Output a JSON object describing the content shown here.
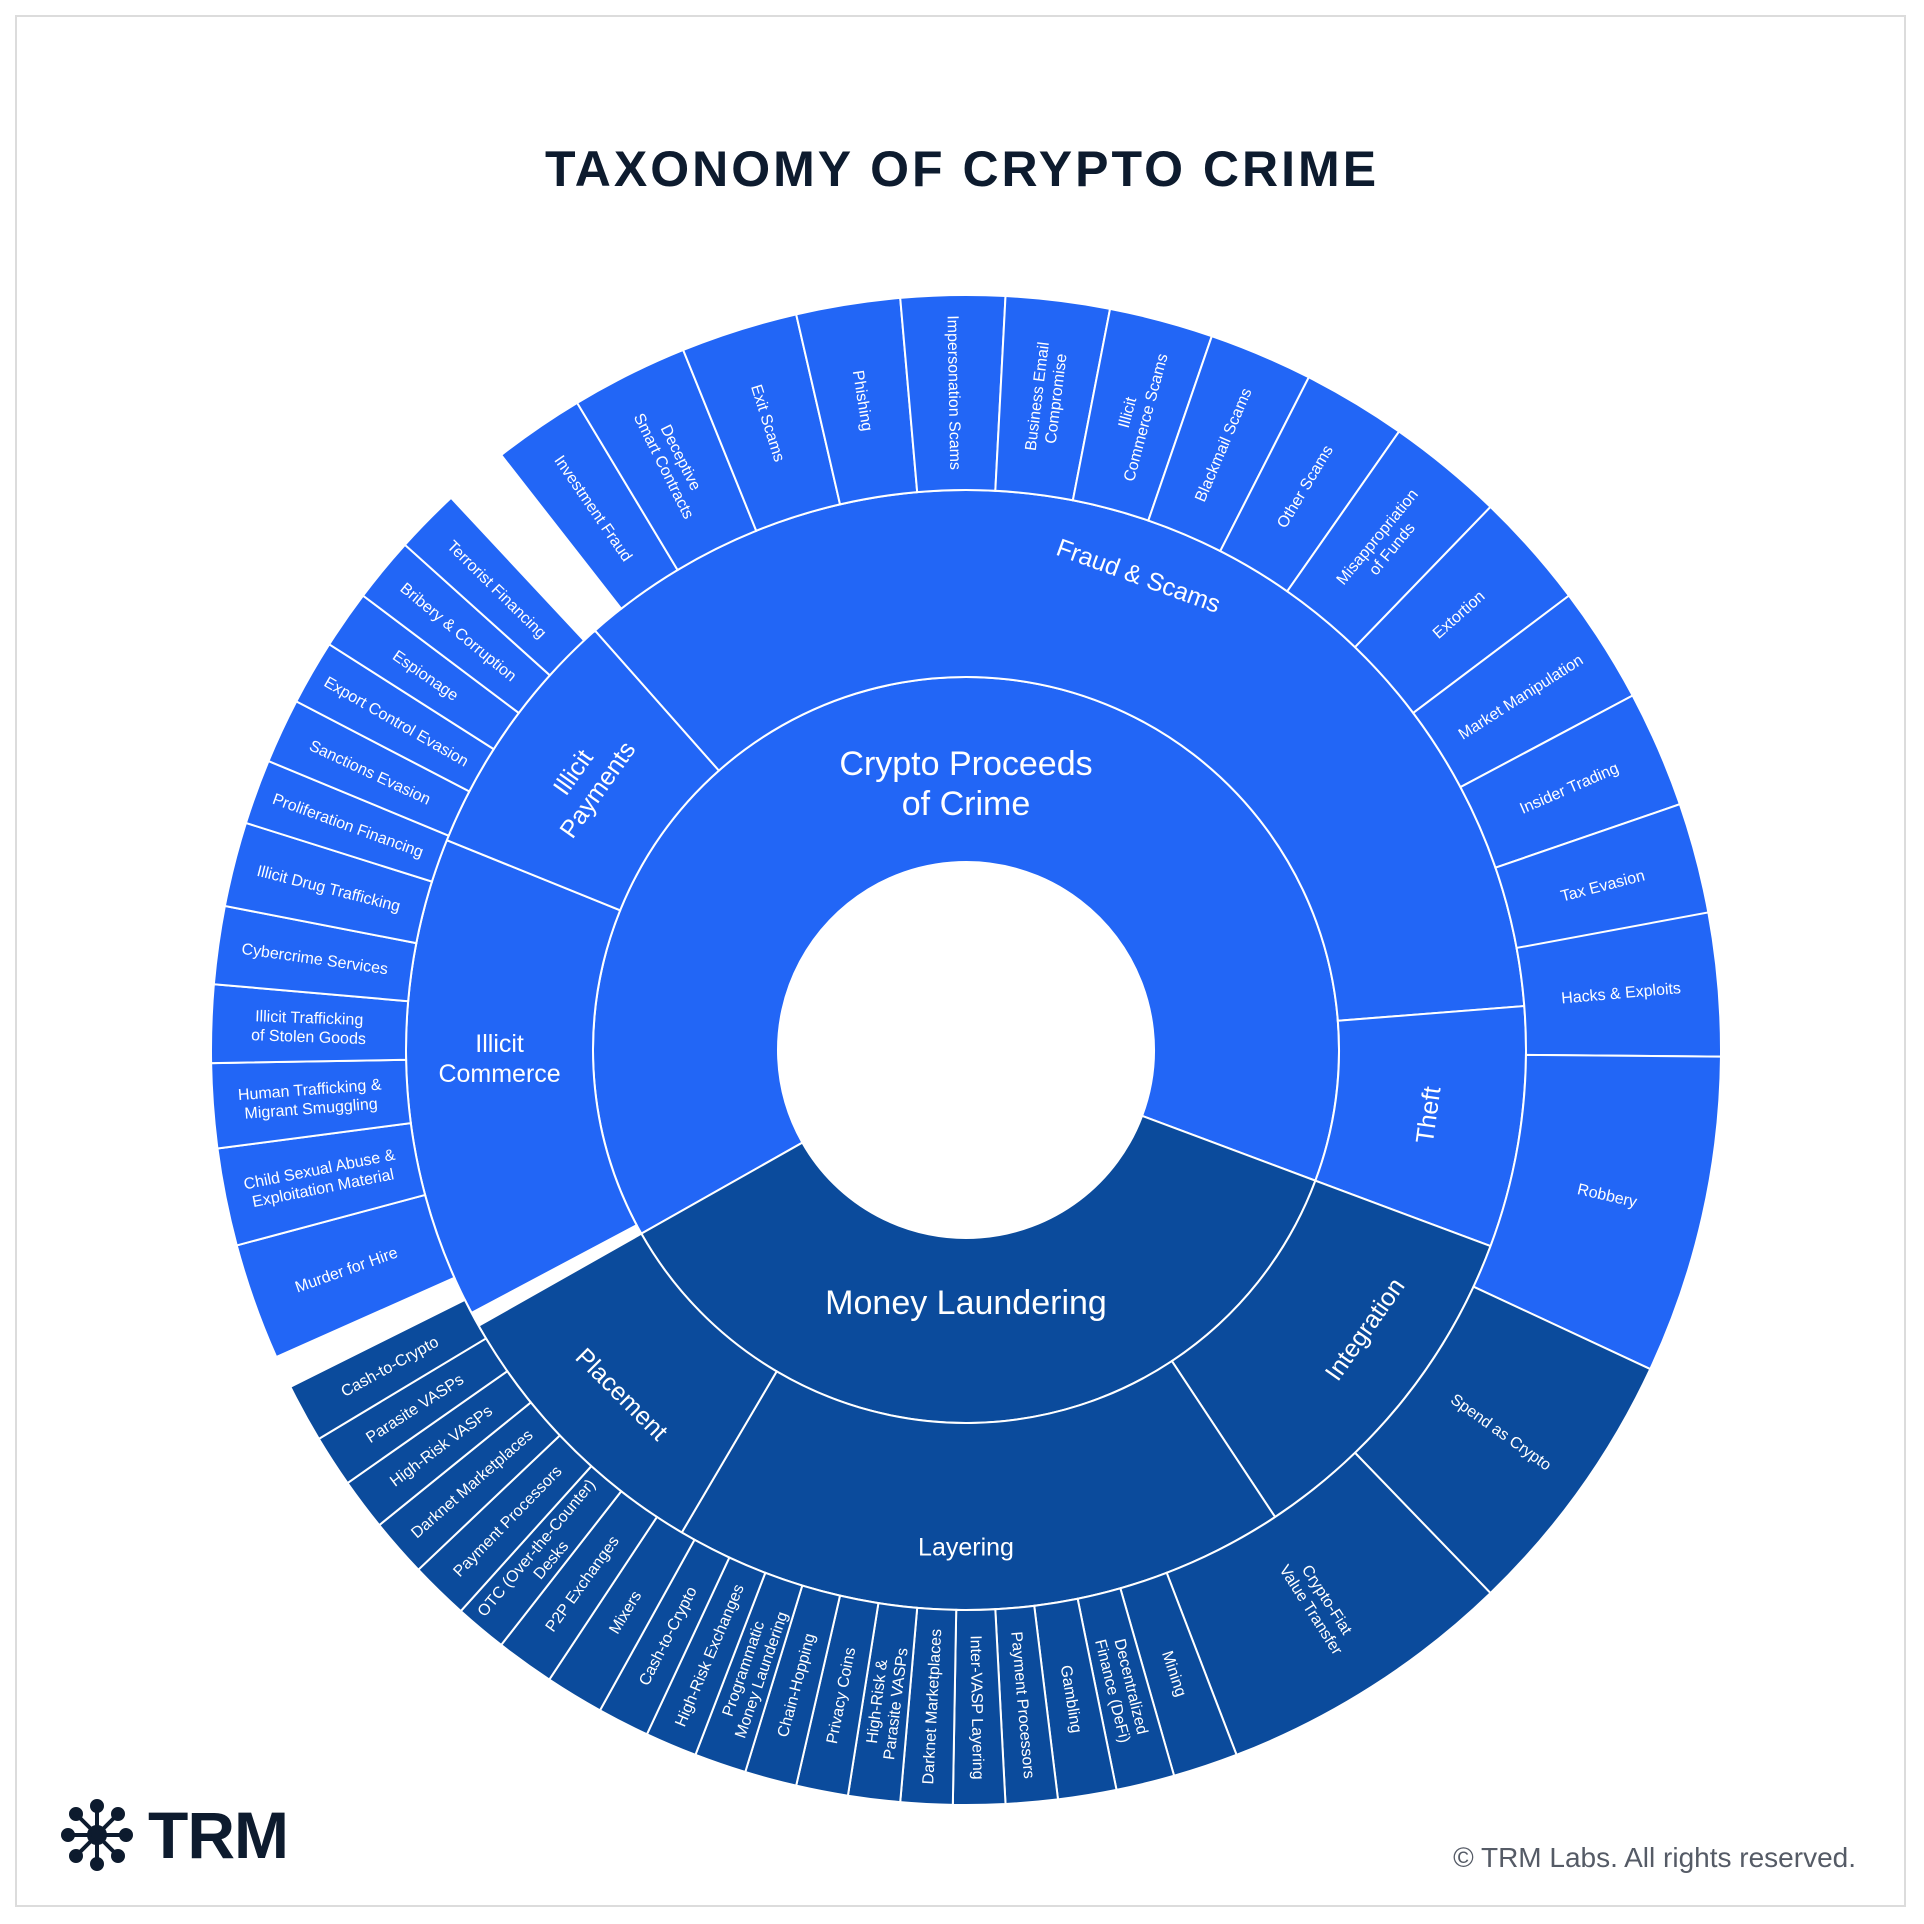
{
  "title": "TAXONOMY OF CRYPTO CRIME",
  "copyright": "© TRM Labs. All rights reserved.",
  "logo": {
    "text": "TRM",
    "icon": "network-node-icon"
  },
  "colors": {
    "proceeds": "#2266F6",
    "laundering": "#0B4B9C",
    "title": "#0D1B2E",
    "divider": "#FFFFFF"
  },
  "sunburst": {
    "root": [
      {
        "name": "Crypto Proceeds of Crime",
        "label_lines": [
          "Crypto Proceeds",
          "of Crime"
        ],
        "color_key": "proceeds",
        "children": [
          {
            "name": "Fraud & Scams",
            "label_lines": [
              "Fraud & Scams"
            ],
            "children": [
              {
                "label_lines": [
                  "Investment Fraud"
                ]
              },
              {
                "label_lines": [
                  "Deceptive",
                  "Smart Contracts"
                ]
              },
              {
                "label_lines": [
                  "Exit Scams"
                ]
              },
              {
                "label_lines": [
                  "Phishing"
                ]
              },
              {
                "label_lines": [
                  "Impersonation Scams"
                ]
              },
              {
                "label_lines": [
                  "Business Email",
                  "Compromise"
                ]
              },
              {
                "label_lines": [
                  "Illicit",
                  "Commerce Scams"
                ]
              },
              {
                "label_lines": [
                  "Blackmail Scams"
                ]
              },
              {
                "label_lines": [
                  "Other Scams"
                ]
              },
              {
                "label_lines": [
                  "Misappropriation",
                  "of Funds"
                ]
              },
              {
                "label_lines": [
                  "Extortion"
                ]
              },
              {
                "label_lines": [
                  "Market Manipulation"
                ]
              },
              {
                "label_lines": [
                  "Insider Trading"
                ]
              },
              {
                "label_lines": [
                  "Tax Evasion"
                ]
              }
            ]
          },
          {
            "name": "Theft",
            "label_lines": [
              "Theft"
            ],
            "children": [
              {
                "label_lines": [
                  "Hacks & Exploits"
                ]
              },
              {
                "label_lines": [
                  "Robbery"
                ]
              }
            ]
          },
          {
            "name": "Illicit Commerce",
            "label_lines": [
              "Illicit",
              "Commerce"
            ],
            "children": [
              {
                "label_lines": [
                  "Murder for Hire"
                ]
              },
              {
                "label_lines": [
                  "Child Sexual Abuse &",
                  "Exploitation Material"
                ]
              },
              {
                "label_lines": [
                  "Human Trafficking &",
                  "Migrant Smuggling"
                ]
              },
              {
                "label_lines": [
                  "Illicit Trafficking",
                  "of Stolen Goods"
                ]
              },
              {
                "label_lines": [
                  "Cybercrime Services"
                ]
              },
              {
                "label_lines": [
                  "Illicit Drug Trafficking"
                ]
              }
            ]
          },
          {
            "name": "Illicit Payments",
            "label_lines": [
              "Illicit",
              "Payments"
            ],
            "children": [
              {
                "label_lines": [
                  "Proliferation Financing"
                ]
              },
              {
                "label_lines": [
                  "Sanctions Evasion"
                ]
              },
              {
                "label_lines": [
                  "Export Control Evasion"
                ]
              },
              {
                "label_lines": [
                  "Espionage"
                ]
              },
              {
                "label_lines": [
                  "Bribery & Corruption"
                ]
              },
              {
                "label_lines": [
                  "Terrorist Financing"
                ]
              }
            ]
          }
        ]
      },
      {
        "name": "Money Laundering",
        "label_lines": [
          "Money Laundering"
        ],
        "color_key": "laundering",
        "children": [
          {
            "name": "Integration",
            "label_lines": [
              "Integration"
            ],
            "children": [
              {
                "label_lines": [
                  "Spend as Crypto"
                ]
              },
              {
                "label_lines": [
                  "Crypto-Fiat",
                  "Value Transfer"
                ]
              }
            ]
          },
          {
            "name": "Layering",
            "label_lines": [
              "Layering"
            ],
            "children": [
              {
                "label_lines": [
                  "Mining"
                ]
              },
              {
                "label_lines": [
                  "Decentralized",
                  "Finance (DeFi)"
                ]
              },
              {
                "label_lines": [
                  "Gambling"
                ]
              },
              {
                "label_lines": [
                  "Payment Processors"
                ]
              },
              {
                "label_lines": [
                  "Inter-VASP Layering"
                ]
              },
              {
                "label_lines": [
                  "Darknet Marketplaces"
                ]
              },
              {
                "label_lines": [
                  "High-Risk &",
                  "Parasite VASPs"
                ]
              },
              {
                "label_lines": [
                  "Privacy Coins"
                ]
              },
              {
                "label_lines": [
                  "Chain-Hopping"
                ]
              },
              {
                "label_lines": [
                  "Programmatic",
                  "Money Laundering"
                ]
              },
              {
                "label_lines": [
                  "High-Risk Exchanges"
                ]
              },
              {
                "label_lines": [
                  "Cash-to-Crypto"
                ]
              },
              {
                "label_lines": [
                  "Mixers"
                ]
              }
            ]
          },
          {
            "name": "Placement",
            "label_lines": [
              "Placement"
            ],
            "children": [
              {
                "label_lines": [
                  "P2P Exchanges"
                ]
              },
              {
                "label_lines": [
                  "OTC (Over-the-Counter)",
                  "Desks"
                ]
              },
              {
                "label_lines": [
                  "Payment Processors"
                ]
              },
              {
                "label_lines": [
                  "Darknet Marketplaces"
                ]
              },
              {
                "label_lines": [
                  "High-Risk VASPs"
                ]
              },
              {
                "label_lines": [
                  "Parasite VASPs"
                ]
              },
              {
                "label_lines": [
                  "Cash-to-Crypto"
                ]
              }
            ]
          }
        ]
      }
    ]
  }
}
